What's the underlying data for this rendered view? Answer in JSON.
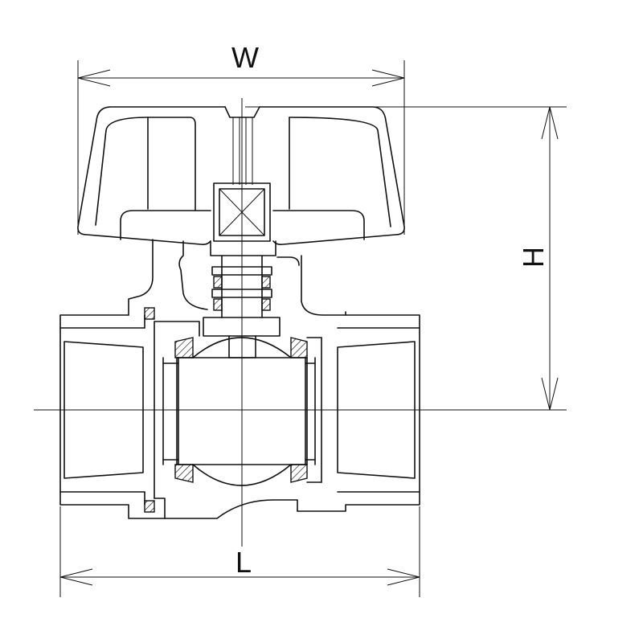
{
  "labels": {
    "width": "W",
    "height": "H",
    "length": "L"
  },
  "colors": {
    "line": "#111111",
    "background": "#ffffff"
  }
}
